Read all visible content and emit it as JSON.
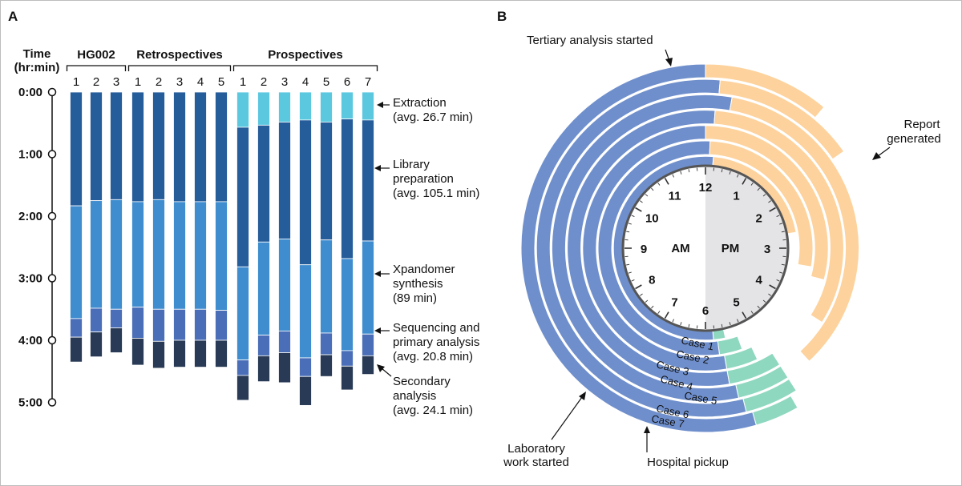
{
  "colors": {
    "extraction": "#5BC8E0",
    "library": "#255C9A",
    "xpandomer": "#3F8DCF",
    "sequencing": "#4A6FB8",
    "secondary": "#283A55",
    "lab": "#6F8FCC",
    "transport": "#8ED8BF",
    "report": "#FDD29C",
    "clock_pm": "#E4E4E6",
    "axis": "#111111"
  },
  "chart_data": [
    {
      "panel": "A",
      "type": "bar",
      "ylabel": "Time (hr:min)",
      "ylabel_lines": [
        "Time",
        "(hr:min)"
      ],
      "y_ticks": [
        "0:00",
        "1:00",
        "2:00",
        "3:00",
        "4:00",
        "5:00"
      ],
      "ylim_min": [
        0,
        300
      ],
      "groups": [
        {
          "name": "HG002",
          "categories": [
            "1",
            "2",
            "3"
          ]
        },
        {
          "name": "Retrospectives",
          "categories": [
            "1",
            "2",
            "3",
            "4",
            "5"
          ]
        },
        {
          "name": "Prospectives",
          "categories": [
            "1",
            "2",
            "3",
            "4",
            "5",
            "6",
            "7"
          ]
        }
      ],
      "stage_order": [
        "extraction",
        "library",
        "xpandomer",
        "sequencing",
        "secondary"
      ],
      "bars_minutes": [
        [
          0,
          110,
          109,
          18,
          24
        ],
        [
          0,
          105,
          104,
          23,
          24
        ],
        [
          0,
          104,
          106,
          18,
          24
        ],
        [
          0,
          106,
          102,
          30,
          26
        ],
        [
          0,
          104,
          106,
          31,
          26
        ],
        [
          0,
          106,
          104,
          30,
          26
        ],
        [
          0,
          106,
          104,
          30,
          26
        ],
        [
          0,
          106,
          105,
          29,
          26
        ],
        [
          34,
          135,
          90,
          15,
          24
        ],
        [
          32,
          113,
          90,
          20,
          25
        ],
        [
          29,
          113,
          89,
          21,
          29
        ],
        [
          27,
          140,
          90,
          18,
          28
        ],
        [
          29,
          114,
          90,
          21,
          21
        ],
        [
          26,
          135,
          89,
          15,
          23
        ],
        [
          27,
          117,
          90,
          21,
          18
        ]
      ],
      "annotations": [
        {
          "id": "extraction",
          "lines": [
            "Extraction",
            "(avg. 26.7 min)"
          ]
        },
        {
          "id": "library",
          "lines": [
            "Library",
            "preparation",
            "(avg. 105.1 min)"
          ]
        },
        {
          "id": "xpandomer",
          "lines": [
            "Xpandomer",
            "synthesis",
            "(89 min)"
          ]
        },
        {
          "id": "sequencing",
          "lines": [
            "Sequencing and",
            "primary analysis",
            "(avg. 20.8 min)"
          ]
        },
        {
          "id": "secondary",
          "lines": [
            "Secondary",
            "analysis",
            "(avg. 24.1 min)"
          ]
        }
      ]
    },
    {
      "panel": "B",
      "type": "radial-timeline",
      "clock": {
        "hours": [
          "12",
          "1",
          "2",
          "3",
          "4",
          "5",
          "6",
          "7",
          "8",
          "9",
          "10",
          "11"
        ],
        "am_label": "AM",
        "pm_label": "PM"
      },
      "cases": [
        {
          "label": "Case 1",
          "hospital_pickup": "5:35",
          "lab_work_started": "5:50",
          "tertiary_started": "0:10",
          "report_generated": "2:40"
        },
        {
          "label": "Case 2",
          "hospital_pickup": "5:20",
          "lab_work_started": "5:45",
          "tertiary_started": "0:05",
          "report_generated": "3:20"
        },
        {
          "label": "Case 3",
          "hospital_pickup": "5:10",
          "lab_work_started": "5:40",
          "tertiary_started": "0:00",
          "report_generated": "3:30"
        },
        {
          "label": "Case 4",
          "hospital_pickup": "4:55",
          "lab_work_started": "5:40",
          "tertiary_started": "0:08",
          "report_generated": "4:05"
        },
        {
          "label": "Case 5",
          "hospital_pickup": "4:55",
          "lab_work_started": "5:35",
          "tertiary_started": "0:20",
          "report_generated": "4:35"
        },
        {
          "label": "Case 6",
          "hospital_pickup": "4:55",
          "lab_work_started": "5:32",
          "tertiary_started": "0:10",
          "report_generated": "1:50"
        },
        {
          "label": "Case 7",
          "hospital_pickup": "5:00",
          "lab_work_started": "5:28",
          "tertiary_started": "0:00",
          "report_generated": "1:20"
        }
      ],
      "annotations": {
        "tertiary": "Tertiary analysis started",
        "report": [
          "Report",
          "generated"
        ],
        "lab": [
          "Laboratory",
          "work started"
        ],
        "pickup": "Hospital pickup"
      }
    }
  ]
}
